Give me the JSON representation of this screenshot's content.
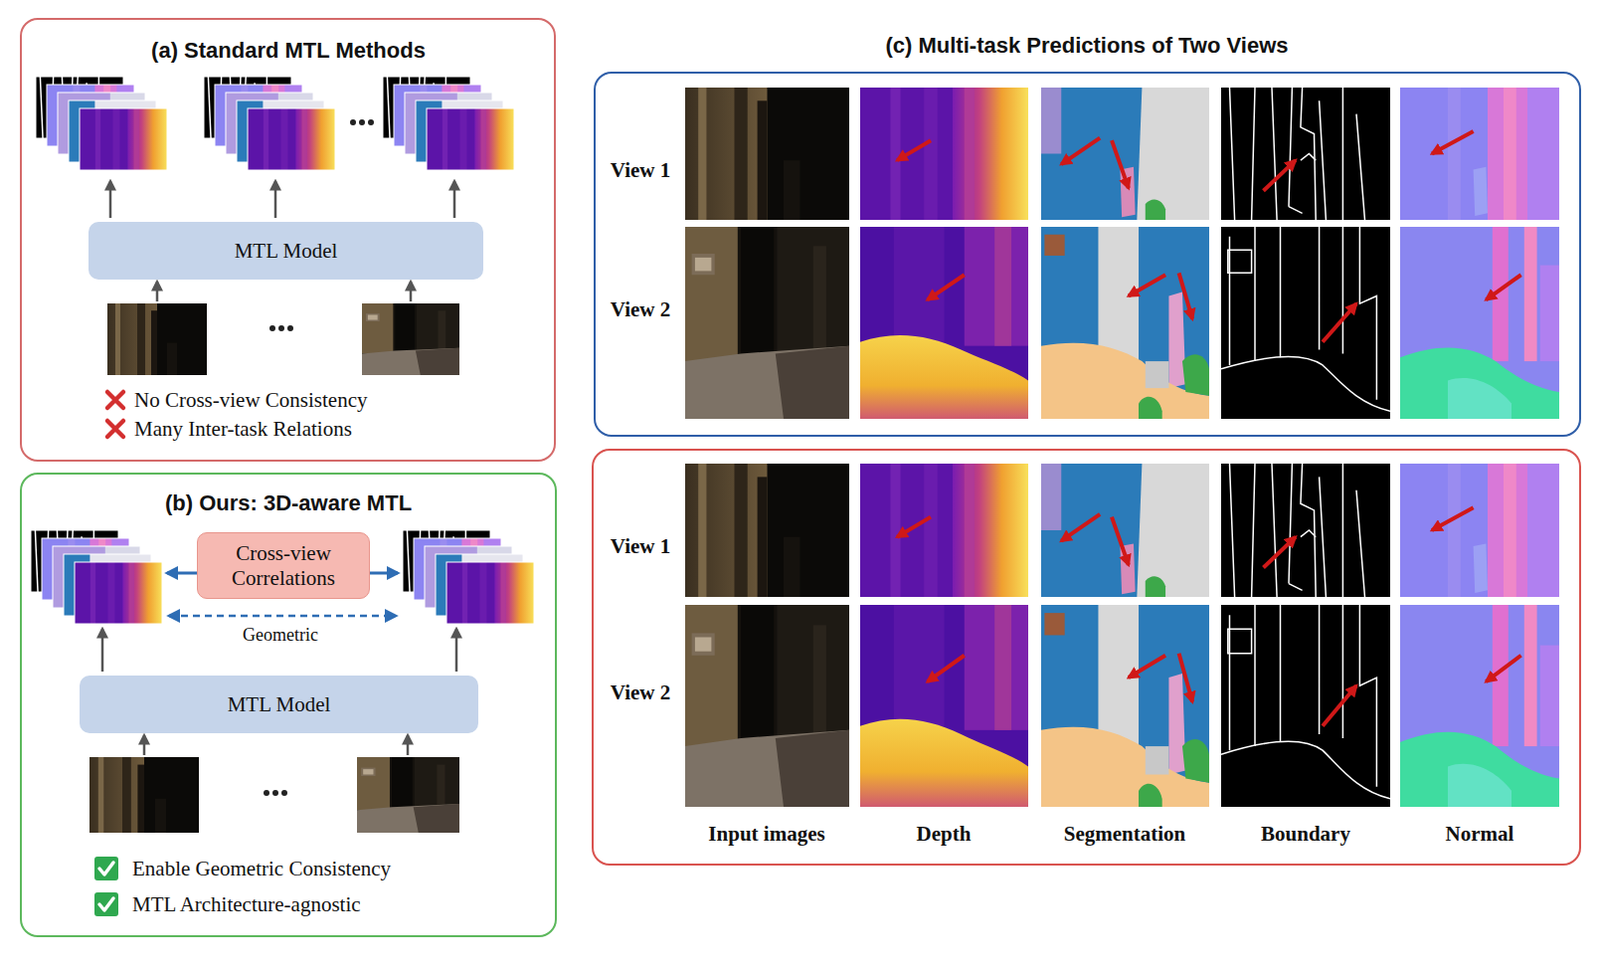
{
  "diagram": {
    "nodes": [
      {
        "text": [
          "(a) Standard MTL Methods",
          "No Cross-view Consistency",
          "Many Inter-task Relations"
        ]
      },
      {
        "text": [
          "MTL Model"
        ],
        "in": 0
      },
      {
        "text": [
          "(b) Ours: 3D-aware MTL",
          "Enable Geometric Consistency",
          "MTL Architecture-agnostic"
        ]
      },
      {
        "text": [
          "Cross-view Correlations"
        ],
        "in": 2
      },
      {
        "text": [
          "MTL Model"
        ],
        "in": 2
      },
      {
        "text": [
          "View 1",
          "View 2"
        ]
      },
      {
        "text": [
          "View 1",
          "View 2"
        ]
      }
    ],
    "labels": [
      "(c) Multi-task Predictions of Two Views",
      "Geometric",
      "Input images",
      "Depth",
      "Segmentation",
      "Boundary",
      "Normal"
    ]
  }
}
